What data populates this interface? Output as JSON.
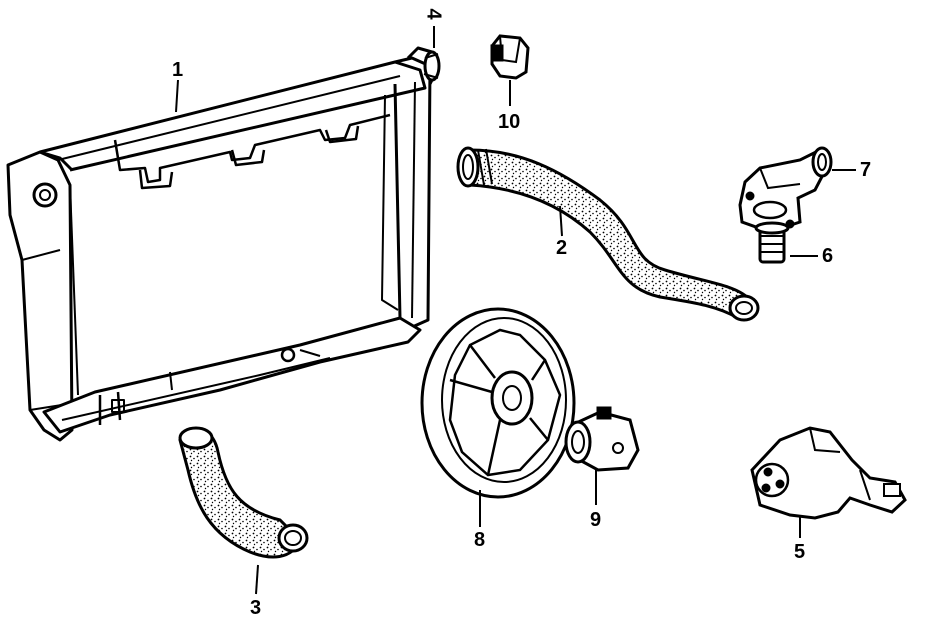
{
  "callouts": {
    "radiator": "1",
    "upper_hose": "2",
    "lower_hose": "3",
    "cap": "4",
    "water_pump": "5",
    "thermostat": "6",
    "thermostat_housing": "7",
    "fan": "8",
    "fan_clutch": "9",
    "sensor": "10"
  },
  "colors": {
    "ink": "#000000",
    "paper": "#ffffff"
  }
}
